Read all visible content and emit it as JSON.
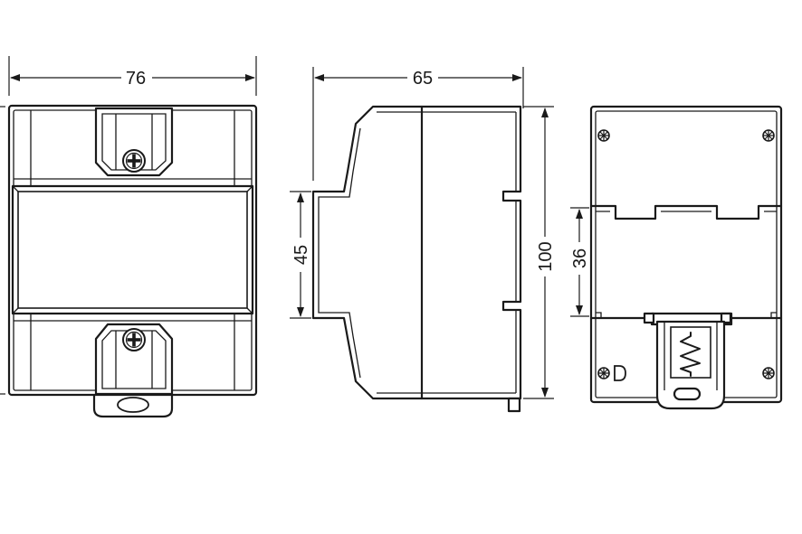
{
  "diagram": {
    "front_view": {
      "width_label": "76"
    },
    "side_view": {
      "depth_label": "65",
      "rail_height_label": "45",
      "height_label": "100"
    },
    "rear_view": {
      "clip_height_label": "36"
    },
    "icons": {
      "screw": "phillips-screw-icon",
      "spring": "spring-icon"
    }
  }
}
